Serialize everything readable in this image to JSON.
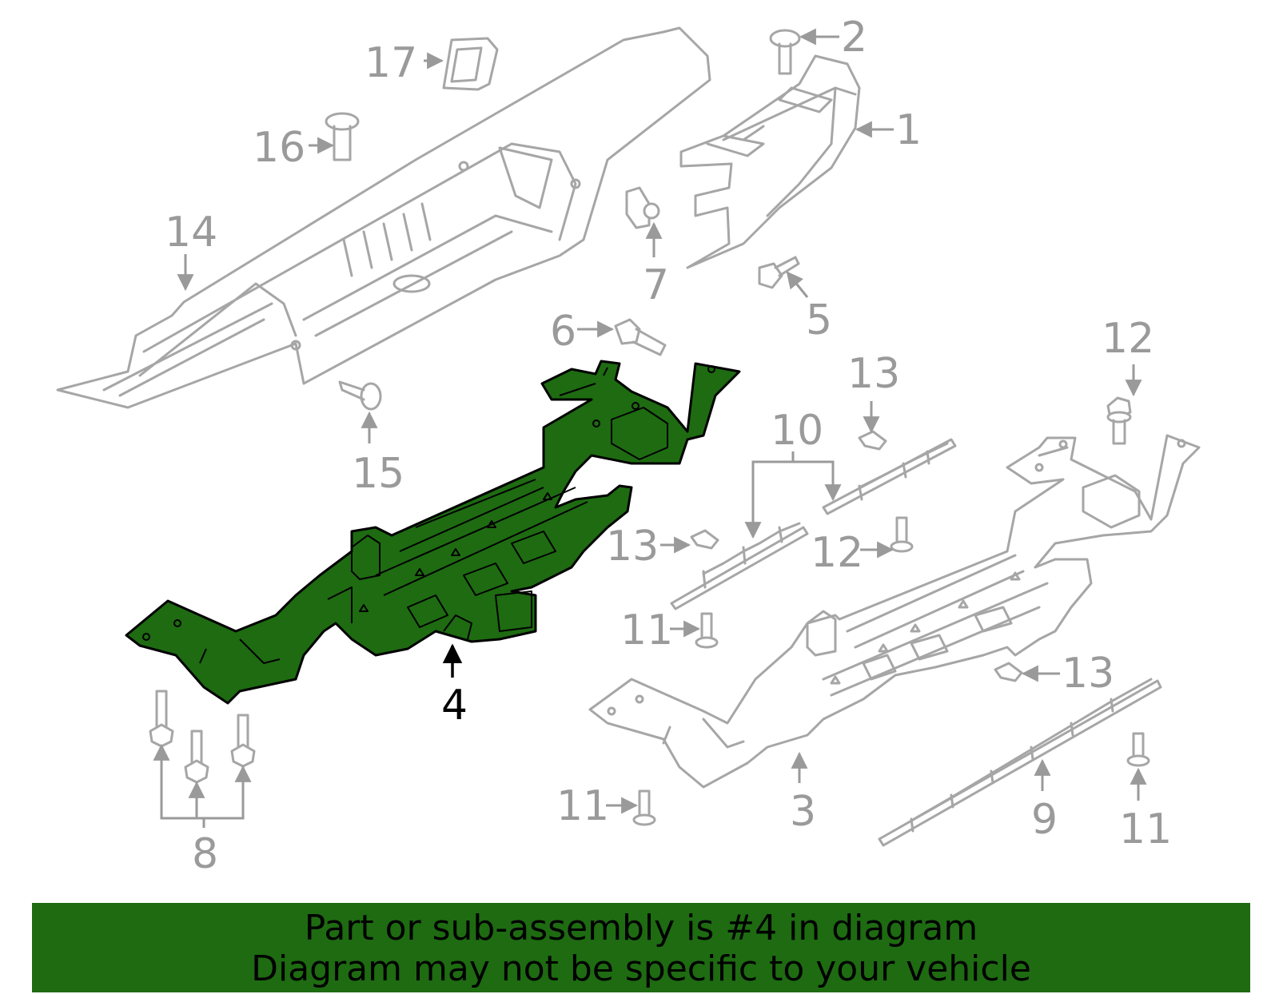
{
  "diagram": {
    "highlighted_part": "4",
    "highlight_color": "#1e6b12",
    "line_color": "#a6a6a6",
    "callouts": {
      "c1": "1",
      "c2": "2",
      "c3": "3",
      "c4": "4",
      "c5": "5",
      "c6": "6",
      "c7": "7",
      "c8": "8",
      "c9": "9",
      "c10": "10",
      "c11a": "11",
      "c11b": "11",
      "c11c": "11",
      "c12a": "12",
      "c12b": "12",
      "c13a": "13",
      "c13b": "13",
      "c13c": "13",
      "c14": "14",
      "c15": "15",
      "c16": "16",
      "c17": "17"
    }
  },
  "banner": {
    "line1": "Part or sub-assembly is #4 in diagram",
    "line2": "Diagram may not be specific to your vehicle",
    "background": "#1e6b12"
  }
}
